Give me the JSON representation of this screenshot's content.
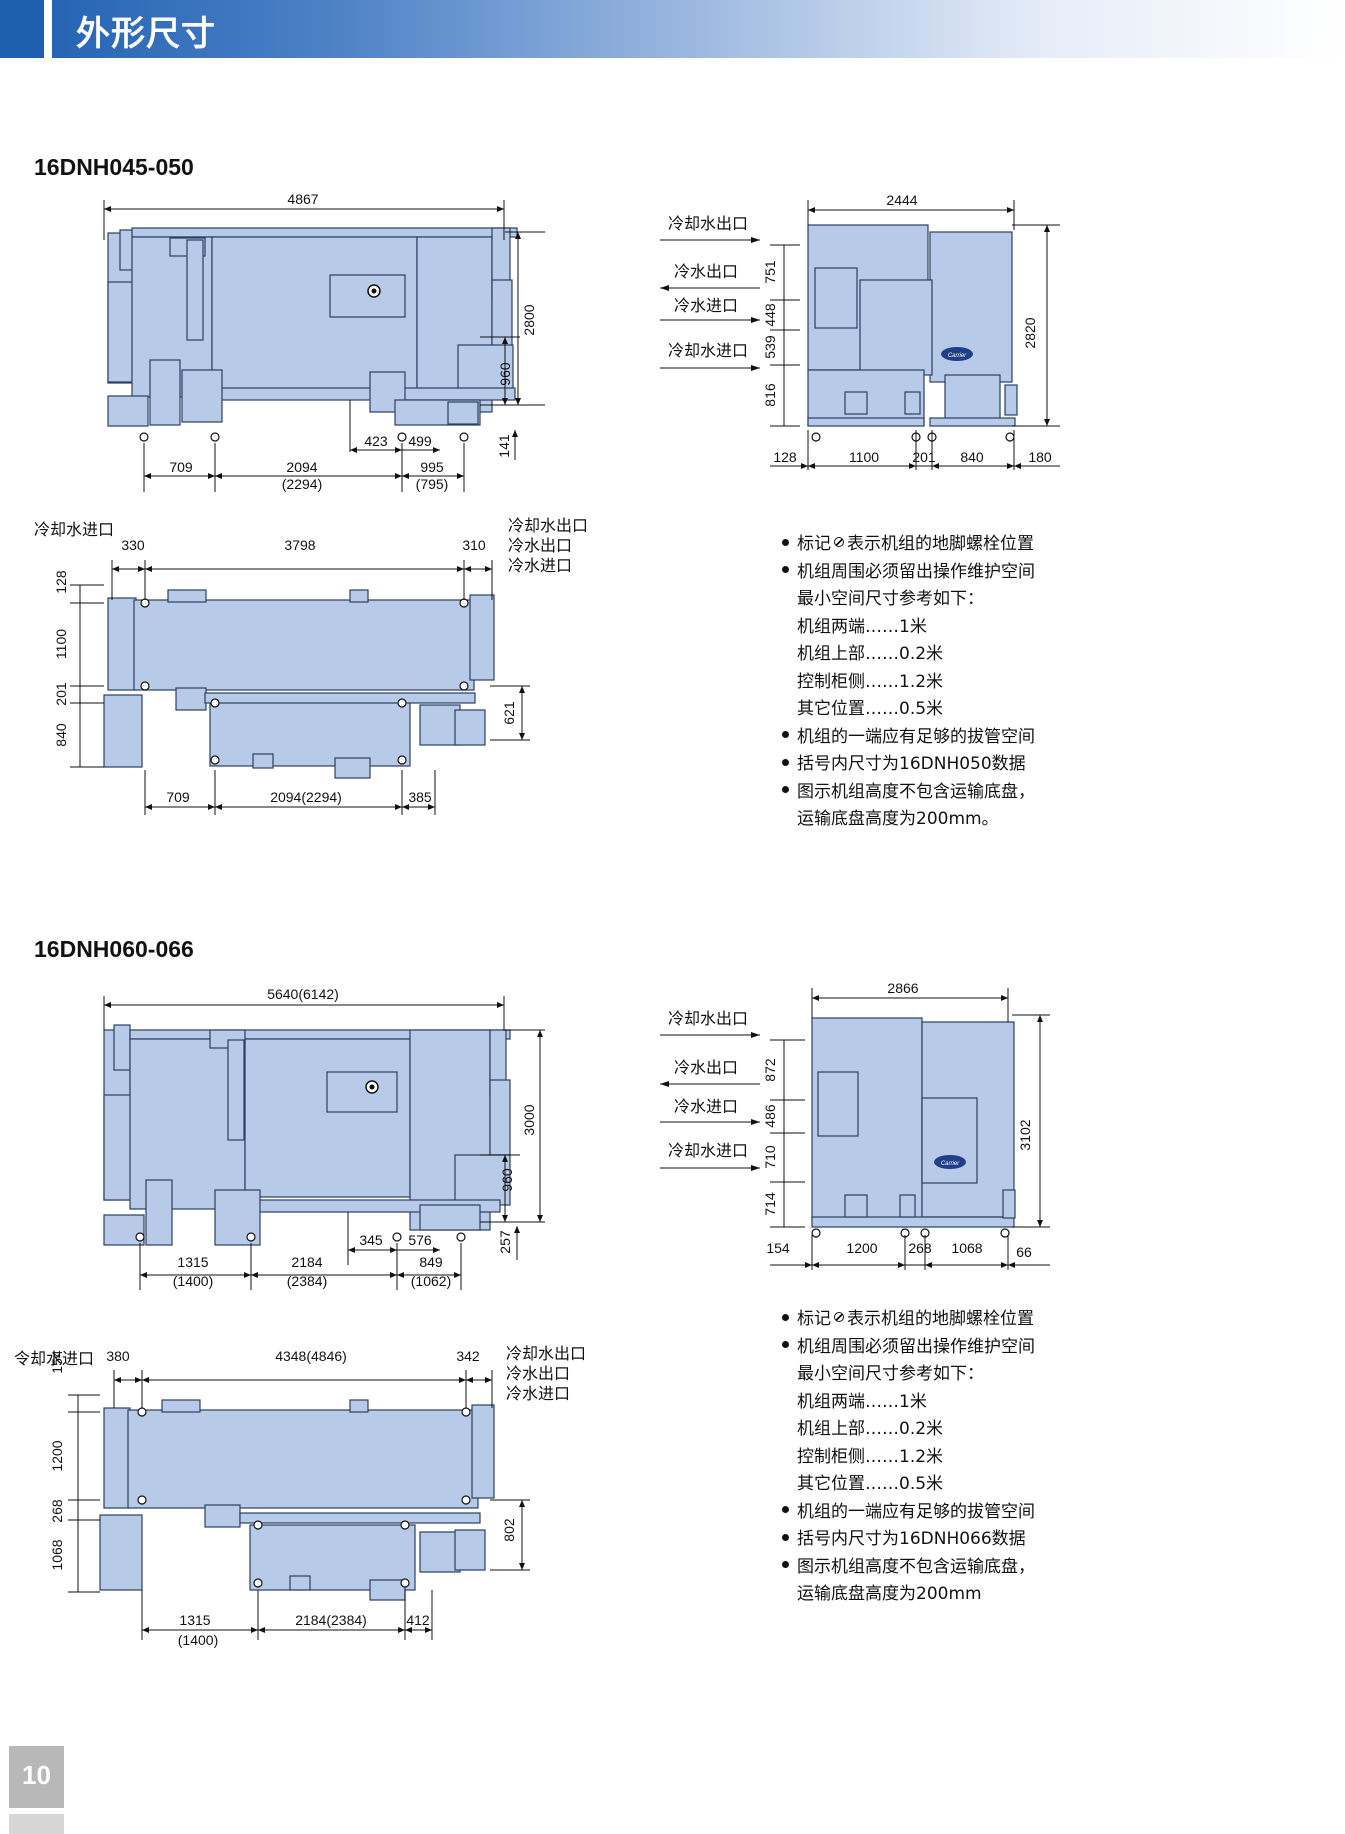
{
  "header": {
    "title": "外形尺寸"
  },
  "page_number": "10",
  "section1": {
    "title": "16DNH045-050",
    "front": {
      "overall": "4867",
      "height": "2800",
      "h960": "960",
      "h141": "141",
      "d423": "423",
      "d499": "499",
      "d709": "709",
      "d2094": "2094",
      "d2094b": "(2294)",
      "d995": "995",
      "d995b": "(795)"
    },
    "side": {
      "width": "2444",
      "height": "2820",
      "v751": "751",
      "v448": "448",
      "v539": "539",
      "v816": "816",
      "b128": "128",
      "b1100": "1100",
      "b201": "201",
      "b840": "840",
      "b180": "180",
      "labels": [
        "冷却水出口",
        "冷水出口",
        "冷水进口",
        "冷却水进口"
      ]
    },
    "plan": {
      "label_left": "冷却水进口",
      "labels_right": [
        "冷却水出口",
        "冷水出口",
        "冷水进口"
      ],
      "t330": "330",
      "t3798": "3798",
      "t310": "310",
      "v128": "128",
      "v1100": "1100",
      "v201": "201",
      "v840": "840",
      "v621": "621",
      "b709": "709",
      "b2094": "2094(2294)",
      "b385": "385"
    },
    "notes": {
      "n1_pre": "标记",
      "n1_post": "表示机组的地脚螺栓位置",
      "n2": "机组周围必须留出操作维护空间",
      "n2a": "最小空间尺寸参考如下：",
      "n2b": "机组两端……1米",
      "n2c": "机组上部……0.2米",
      "n2d": "控制柜侧……1.2米",
      "n2e": "其它位置……0.5米",
      "n3": "机组的一端应有足够的拔管空间",
      "n4": "括号内尺寸为16DNH050数据",
      "n5": "图示机组高度不包含运输底盘，",
      "n5a": "运输底盘高度为200mm。"
    }
  },
  "section2": {
    "title": "16DNH060-066",
    "front": {
      "overall": "5640(6142)",
      "height": "3000",
      "h960": "960",
      "h257": "257",
      "d345": "345",
      "d576": "576",
      "d1315": "1315",
      "d1315b": "(1400)",
      "d2184": "2184",
      "d2184b": "(2384)",
      "d849": "849",
      "d849b": "(1062)"
    },
    "side": {
      "width": "2866",
      "height": "3102",
      "v872": "872",
      "v486": "486",
      "v710": "710",
      "v714": "714",
      "b154": "154",
      "b1200": "1200",
      "b268": "268",
      "b1068": "1068",
      "b66": "66",
      "labels": [
        "冷却水出口",
        "冷水出口",
        "冷水进口",
        "冷却水进口"
      ]
    },
    "plan": {
      "label_left": "令却水进口",
      "labels_right": [
        "冷却水出口",
        "冷水出口",
        "冷水进口"
      ],
      "t380": "380",
      "t4348": "4348(4846)",
      "t342": "342",
      "v154": "154",
      "v1200": "1200",
      "v268": "268",
      "v1068": "1068",
      "v802": "802",
      "b1315": "1315",
      "b1315b": "(1400)",
      "b2184": "2184(2384)",
      "b412": "412"
    },
    "notes": {
      "n1_pre": "标记",
      "n1_post": "表示机组的地脚螺栓位置",
      "n2": "机组周围必须留出操作维护空间",
      "n2a": "最小空间尺寸参考如下：",
      "n2b": "机组两端……1米",
      "n2c": "机组上部……0.2米",
      "n2d": "控制柜侧……1.2米",
      "n2e": "其它位置……0.5米",
      "n3": "机组的一端应有足够的拔管空间",
      "n4": "括号内尺寸为16DNH066数据",
      "n5": "图示机组高度不包含运输底盘，",
      "n5a": "运输底盘高度为200mm"
    }
  }
}
